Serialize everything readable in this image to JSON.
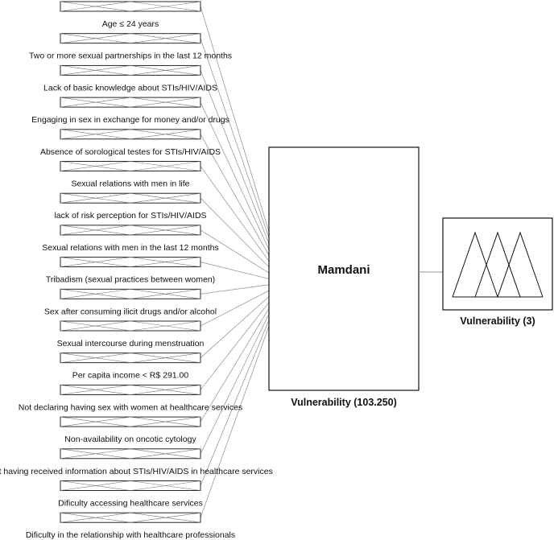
{
  "engine": {
    "name": "Mamdani",
    "rules_label": "Vulnerability (103.250)"
  },
  "output": {
    "label": "Vulnerability (3)",
    "membership_functions": 3
  },
  "inputs": [
    {
      "label": "Age ≤ 24 years"
    },
    {
      "label": "Two or more sexual partnerships in the last 12 months"
    },
    {
      "label": "Lack of basic knowledge about STIs/HIV/AIDS"
    },
    {
      "label": "Engaging in sex in exchange for money and/or drugs"
    },
    {
      "label": "Absence of sorological testes for STIs/HIV/AIDS"
    },
    {
      "label": "Sexual relations with men in life"
    },
    {
      "label": "lack of risk perception for STIs/HIV/AIDS"
    },
    {
      "label": "Sexual relations with men in the last 12 months"
    },
    {
      "label": "Tribadism (sexual practices between women)"
    },
    {
      "label": "Sex after consuming ilicit drugs and/or alcohol"
    },
    {
      "label": "Sexual intercourse during menstruation"
    },
    {
      "label": "Per capita income < R$ 291.00"
    },
    {
      "label": "Not declaring having sex with women at healthcare services"
    },
    {
      "label": "Non-availability on oncotic cytology"
    },
    {
      "label": "Not having received information about STIs/HIV/AIDS in healthcare services"
    },
    {
      "label": "Dificulty accessing healthcare services"
    },
    {
      "label": "Dificulty in the relationship with healthcare professionals"
    }
  ],
  "colors": {
    "stroke": "#111111",
    "connector": "#9a9a9a",
    "input_fill": "#ffffff"
  }
}
